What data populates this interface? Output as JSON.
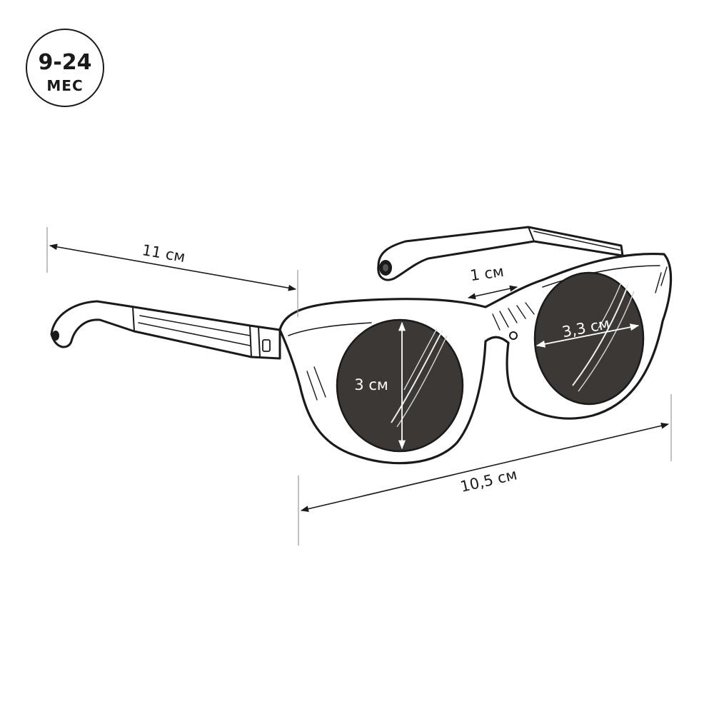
{
  "badge": {
    "age_range": "9-24",
    "unit": "МЕС"
  },
  "dimensions": {
    "temple_length": "11 см",
    "bridge_width": "1 см",
    "lens_width": "3,3 см",
    "lens_height": "3 см",
    "frame_width": "10,5 см"
  },
  "colors": {
    "ink": "#1a1a1a",
    "lens": "#3b3836",
    "background": "#ffffff"
  }
}
